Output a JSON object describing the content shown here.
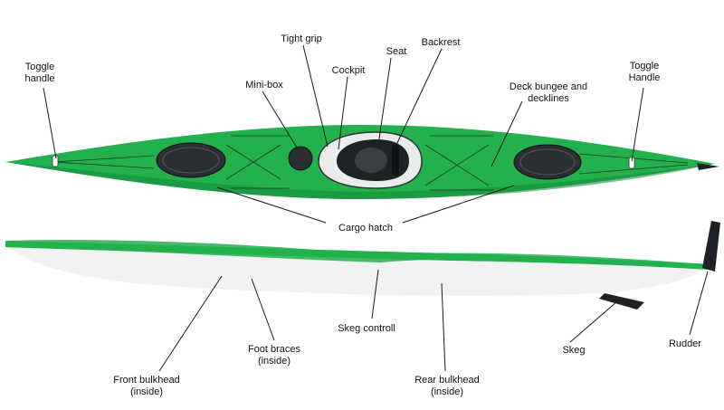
{
  "colors": {
    "hull_green": "#22b14c",
    "hull_green_dark": "#15893a",
    "hull_white": "#f2f2f2",
    "hatch_dark": "#2b2f33",
    "leader_line": "#1a1a1a",
    "background": "#ffffff"
  },
  "labels": {
    "toggle_handle_left": "Toggle\nhandle",
    "mini_box": "Mini-box",
    "tight_grip": "Tight grip",
    "cockpit": "Cockpit",
    "seat": "Seat",
    "backrest": "Backrest",
    "deck_bungee": "Deck bungee and\ndecklines",
    "toggle_handle_right": "Toggle\nHandle",
    "cargo_hatch": "Cargo hatch",
    "skeg_control": "Skeg controll",
    "foot_braces": "Foot braces\n(inside)",
    "front_bulkhead": "Front bulkhead\n(inside)",
    "rear_bulkhead": "Rear bulkhead\n(inside)",
    "skeg": "Skeg",
    "rudder": "Rudder"
  }
}
